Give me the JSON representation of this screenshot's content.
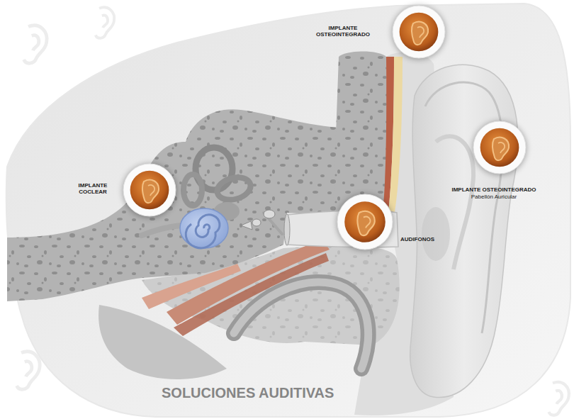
{
  "diagram": {
    "title": "SOLUCIONES AUDITIVAS",
    "nodes": [
      {
        "text": [
          "IMPLANTE OSTEOINTEGRADO"
        ]
      },
      {
        "text": [
          "IMPLANTE COCLEAR"
        ]
      },
      {
        "text": [
          "IMPLANTE OSTEOINTEGRADO",
          "Pabellón Auricular"
        ]
      },
      {
        "text": [
          "AUDIFONOS"
        ]
      }
    ]
  }
}
